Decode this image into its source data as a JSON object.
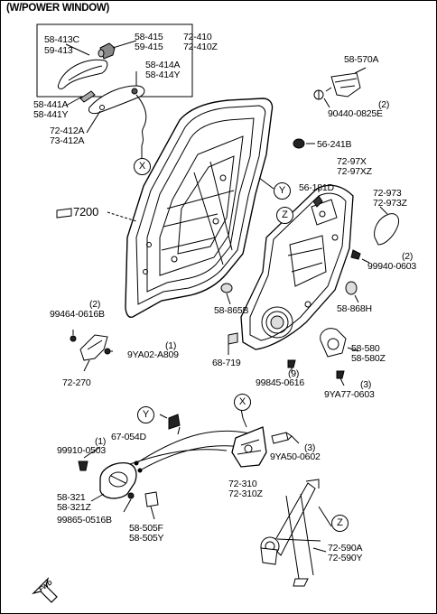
{
  "title": "(W/POWER WINDOW)",
  "labels": {
    "p58_413c": "58-413C",
    "p59_413": "59-413",
    "p58_415": "58-415",
    "p59_415": "59-415",
    "p72_410": "72-410",
    "p72_410z": "72-410Z",
    "p58_414a": "58-414A",
    "p58_414y": "58-414Y",
    "p58_441a": "58-441A",
    "p58_441y": "58-441Y",
    "p72_412a": "72-412A",
    "p73_412a": "73-412A",
    "p58_570a": "58-570A",
    "q_90440": "(2)",
    "p90440": "90440-0825E",
    "p56_241b": "56-241B",
    "p72_97x": "72-97X",
    "p72_97xz": "72-97XZ",
    "p56_181d": "56-181D",
    "p72_973": "72-973",
    "p72_973z": "72-973Z",
    "p7200": "7200",
    "q_99940": "(2)",
    "p99940": "99940-0603",
    "q_99464": "(2)",
    "p99464": "99464-0616B",
    "p58_865b": "58-865B",
    "p58_868h": "58-868H",
    "q_9ya02": "(1)",
    "p9ya02": "9YA02-A809",
    "p58_580": "58-580",
    "p58_580z": "58-580Z",
    "p68_719": "68-719",
    "q_99845": "(9)",
    "p99845": "99845-0616",
    "q_9ya77": "(3)",
    "p9ya77": "9YA77-0603",
    "p72_270": "72-270",
    "p67_054d": "67-054D",
    "q_99910": "(1)",
    "p99910": "99910-0503",
    "q_9ya50": "(3)",
    "p9ya50": "9YA50-0602",
    "p72_310": "72-310",
    "p72_310z": "72-310Z",
    "p58_321": "58-321",
    "p58_321z": "58-321Z",
    "p99865": "99865-0516B",
    "p58_505f": "58-505F",
    "p58_505y": "58-505Y",
    "p72_590a": "72-590A",
    "p72_590y": "72-590Y"
  },
  "callouts": {
    "x": "X",
    "y": "Y",
    "z": "Z"
  },
  "fwd_arrow": "FWD"
}
